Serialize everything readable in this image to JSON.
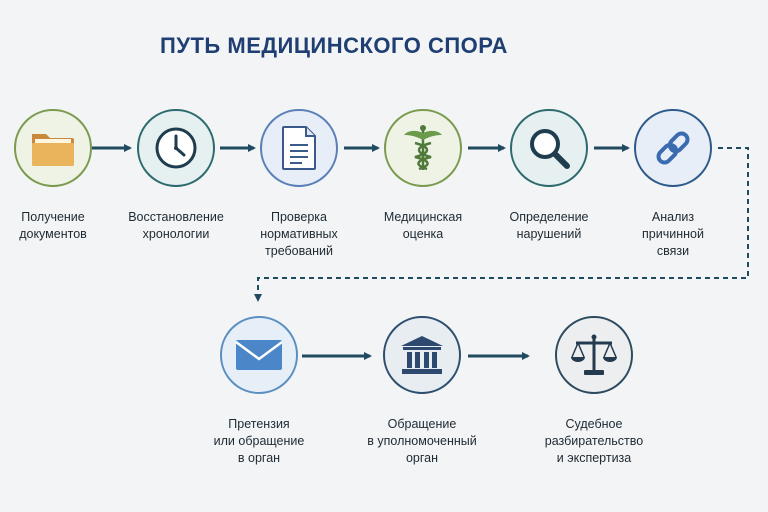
{
  "title": "ПУТЬ МЕДИЦИНСКОГО СПОРА",
  "colors": {
    "arrow": "#1f4a60",
    "dashed": "#1f4a60",
    "title": "#1f3f73"
  },
  "steps": [
    {
      "label": "Получение\nдокументов",
      "icon": "folder-icon",
      "border": "#7a9a4e",
      "fill": "#eef3e6"
    },
    {
      "label": "Восстановление\nхронологии",
      "icon": "clock-icon",
      "border": "#2d6a6e",
      "fill": "#e6f0f0"
    },
    {
      "label": "Проверка\nнормативных\nтребований",
      "icon": "document-icon",
      "border": "#5a7fb8",
      "fill": "#e8eef8"
    },
    {
      "label": "Медицинская\nоценка",
      "icon": "caduceus-icon",
      "border": "#7a9a4e",
      "fill": "#eef3e6"
    },
    {
      "label": "Определение\nнарушений",
      "icon": "magnifier-icon",
      "border": "#2d6a6e",
      "fill": "#e6f0f0"
    },
    {
      "label": "Анализ\nпричинной\nсвязи",
      "icon": "link-icon",
      "border": "#2d5a8a",
      "fill": "#e8eef8"
    },
    {
      "label": "Претензия\nили обращение\nв орган",
      "icon": "envelope-icon",
      "border": "#5a8fc0",
      "fill": "#e6eff8"
    },
    {
      "label": "Обращение\nв уполномоченный\nорган",
      "icon": "building-icon",
      "border": "#2d4f6e",
      "fill": "#e8edf2"
    },
    {
      "label": "Судебное\nразбирательство\nи экспертиза",
      "icon": "scales-icon",
      "border": "#2d4a5e",
      "fill": "#eceef0"
    }
  ]
}
